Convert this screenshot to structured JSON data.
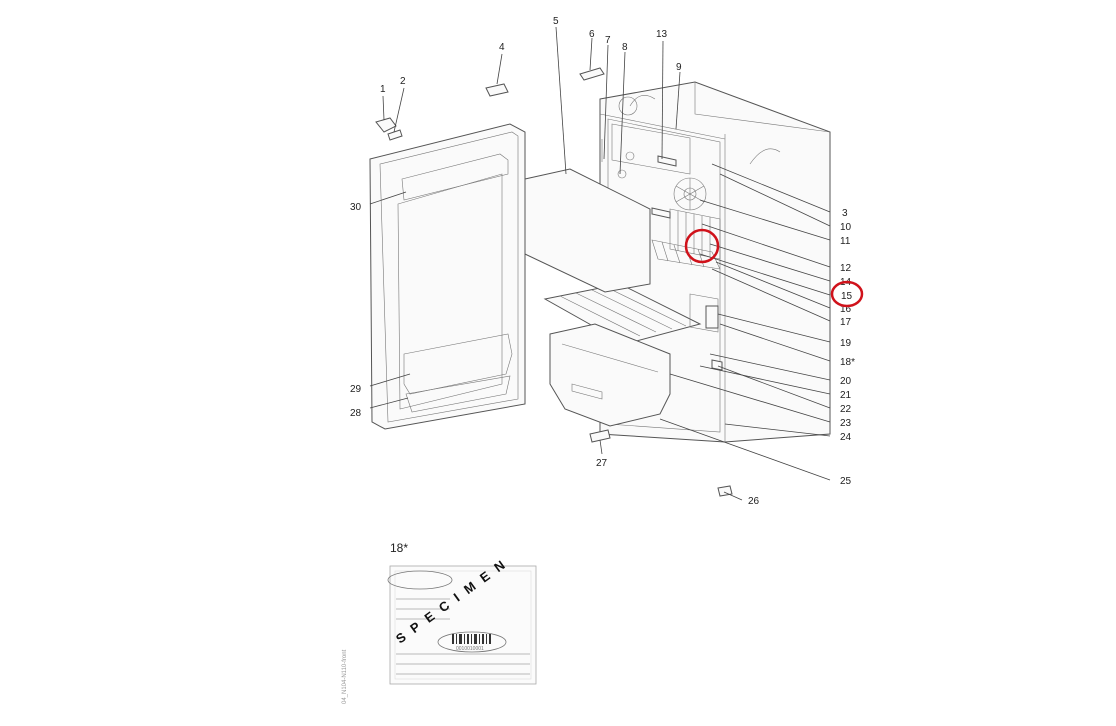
{
  "diagram": {
    "labels": {
      "l1": "1",
      "l2": "2",
      "l3": "3",
      "l4": "4",
      "l5": "5",
      "l6": "6",
      "l7": "7",
      "l8": "8",
      "l9": "9",
      "l10": "10",
      "l11": "11",
      "l12": "12",
      "l13": "13",
      "l14": "14",
      "l15": "15",
      "l16": "16",
      "l17": "17",
      "l18": "18*",
      "l19": "19",
      "l20": "20",
      "l21": "21",
      "l22": "22",
      "l23": "23",
      "l24": "24",
      "l25": "25",
      "l26": "26",
      "l27": "27",
      "l28": "28",
      "l29": "29",
      "l30": "30"
    },
    "highlight_color": "#d0121b",
    "plate": {
      "heading": "18*",
      "watermark": "SPECIMEN",
      "serial": "0010010001"
    },
    "side_note": "04_N104-N110-front"
  }
}
